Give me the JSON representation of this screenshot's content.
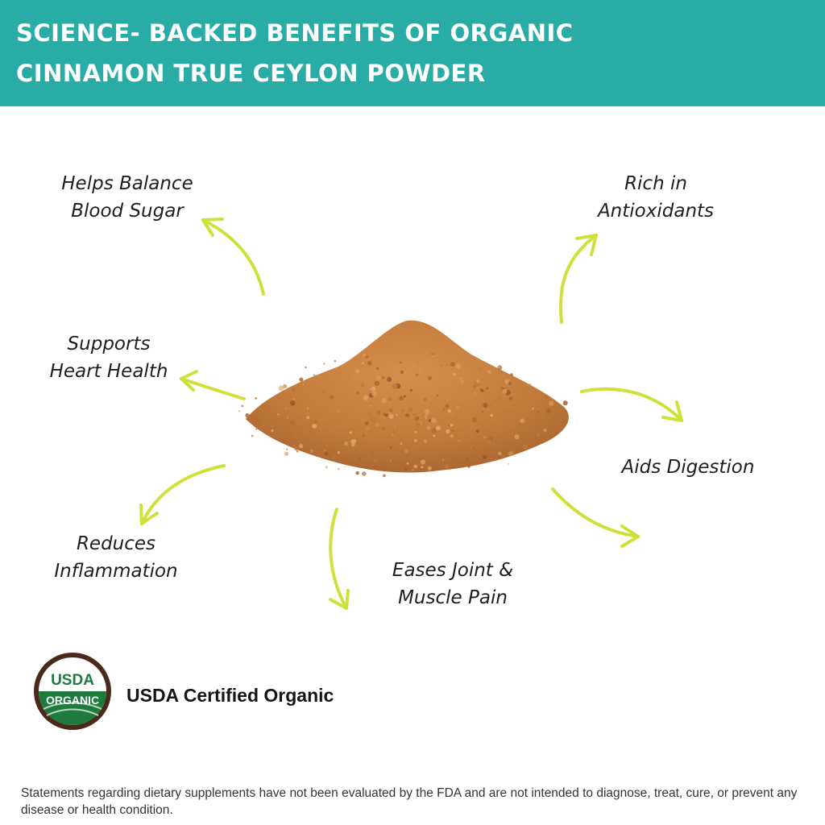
{
  "header": {
    "title_line1": "SCIENCE- BACKED BENEFITS OF ORGANIC",
    "title_line2": "CINNAMON TRUE CEYLON POWDER",
    "background_color": "#2aaca6"
  },
  "benefits": [
    {
      "line1": "Helps Balance",
      "line2": "Blood Sugar"
    },
    {
      "line1": "Rich in",
      "line2": "Antioxidants"
    },
    {
      "line1": "Supports",
      "line2": "Heart Health"
    },
    {
      "line1": "Aids Digestion",
      "line2": ""
    },
    {
      "line1": "Reduces",
      "line2": "Inflammation"
    },
    {
      "line1": "Eases Joint &",
      "line2": "Muscle Pain"
    }
  ],
  "arrow_color": "#cfe03a",
  "powder_color": "#c7803f",
  "certification": {
    "seal_top": "USDA",
    "seal_bottom": "ORGANIC",
    "label": "USDA Certified Organic",
    "seal_green": "#1f7a3d",
    "seal_ring": "#4a2a1a"
  },
  "disclaimer": "Statements regarding dietary supplements have not been evaluated by the FDA and are not intended to diagnose, treat, cure, or prevent any disease or health condition."
}
